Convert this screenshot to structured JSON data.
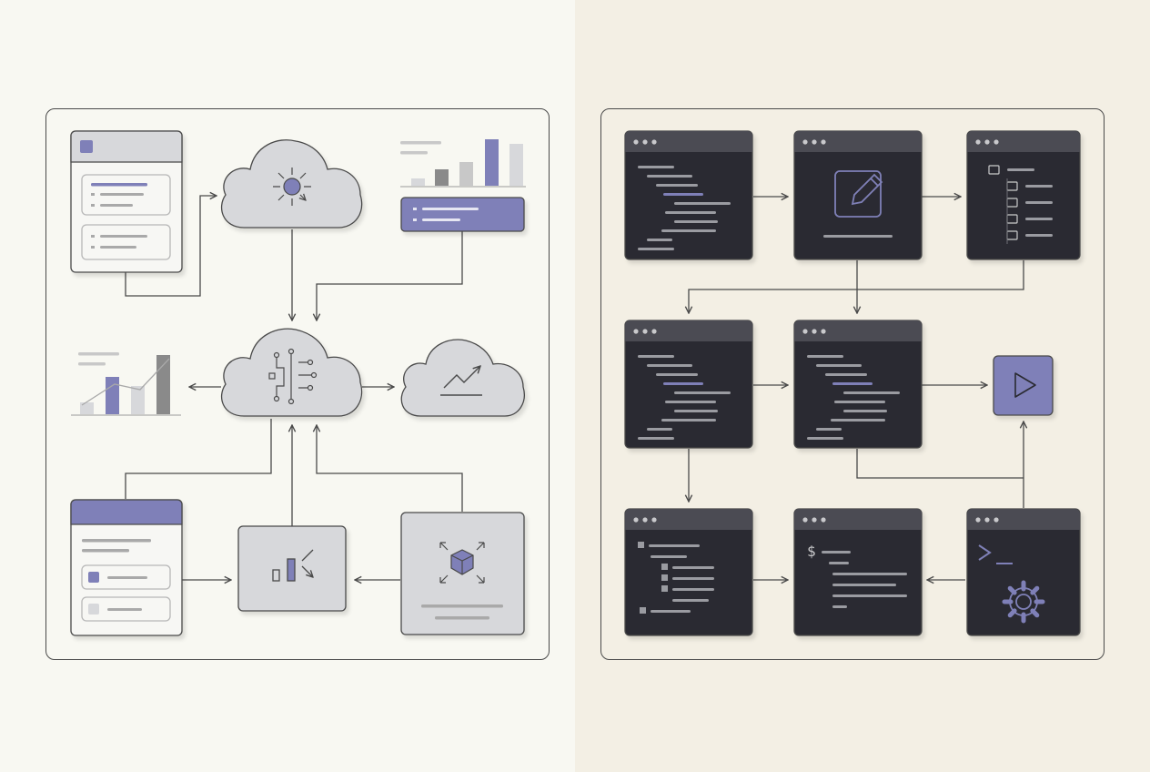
{
  "colors": {
    "bg_left": "#f8f8f2",
    "bg_right": "#f3efe4",
    "stroke": "#4a4a4a",
    "accent": "#7f80b8",
    "cloud_fill": "#d7d8db",
    "card_fill": "#f7f7f4",
    "terminal_bg": "#2b2c30",
    "terminal_bar": "#4b4c52",
    "gray_bar": "#a9a9a9",
    "light_bar": "#cfcfd2"
  },
  "left_nodes": [
    {
      "id": "list-window",
      "kind": "window"
    },
    {
      "id": "hub-cloud",
      "kind": "cloud",
      "icon": "hub-icon"
    },
    {
      "id": "mini-bar-chart",
      "kind": "chart"
    },
    {
      "id": "search-bar",
      "kind": "bar"
    },
    {
      "id": "circuit-cloud",
      "kind": "cloud",
      "icon": "circuit-icon"
    },
    {
      "id": "trend-cloud",
      "kind": "cloud",
      "icon": "trend-icon"
    },
    {
      "id": "trend-bar-chart",
      "kind": "chart"
    },
    {
      "id": "form-window",
      "kind": "window"
    },
    {
      "id": "analytics-box",
      "kind": "box",
      "icon": "bar-chart-icon"
    },
    {
      "id": "cube-box",
      "kind": "box",
      "icon": "cube-icon"
    }
  ],
  "right_nodes": [
    {
      "id": "code-editor-1",
      "kind": "terminal",
      "icon": "code-lines"
    },
    {
      "id": "edit-window",
      "kind": "terminal",
      "icon": "edit-icon"
    },
    {
      "id": "file-tree-window",
      "kind": "terminal",
      "icon": "folder-icon"
    },
    {
      "id": "code-editor-2",
      "kind": "terminal",
      "icon": "code-lines"
    },
    {
      "id": "code-editor-3",
      "kind": "terminal",
      "icon": "code-lines"
    },
    {
      "id": "play-button",
      "kind": "button",
      "icon": "play-icon"
    },
    {
      "id": "outline-window",
      "kind": "terminal",
      "icon": "tree-lines"
    },
    {
      "id": "shell-window",
      "kind": "terminal",
      "icon": "dollar-prompt"
    },
    {
      "id": "settings-terminal",
      "kind": "terminal",
      "icon": "gear-icon"
    }
  ]
}
